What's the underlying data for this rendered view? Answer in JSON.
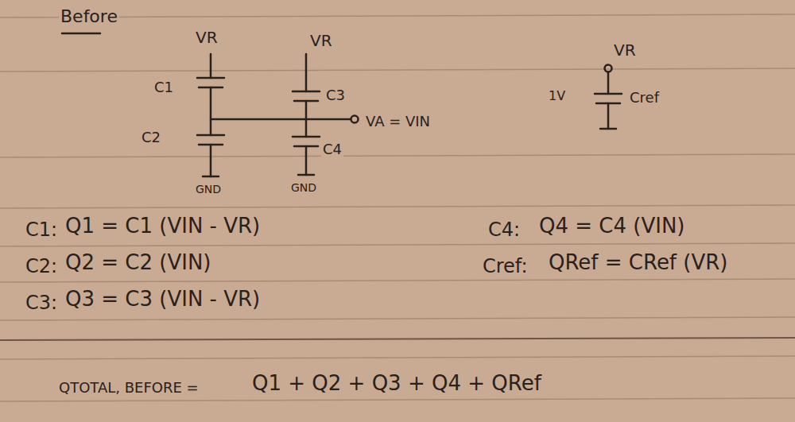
{
  "diagram": {
    "title": "Before",
    "labels": [
      "VR",
      "VR",
      "VR",
      "C1",
      "C2",
      "C3",
      "C4",
      "VA = VIN",
      "1V",
      "Cref",
      "GND",
      "GND",
      "C1:",
      "Q1 = C1 (VIN - VR)",
      "C2:",
      "Q2 = C2 (VIN)",
      "C3:",
      "Q3 = C3 (VIN - VR)",
      "C4:",
      "Q4 = C4 (VIN)",
      "Cref:",
      "QRef = CRef (VR)",
      "QTOTAL, BEFORE =",
      "Q1 + Q2 + Q3 + Q4 + QRef"
    ]
  }
}
